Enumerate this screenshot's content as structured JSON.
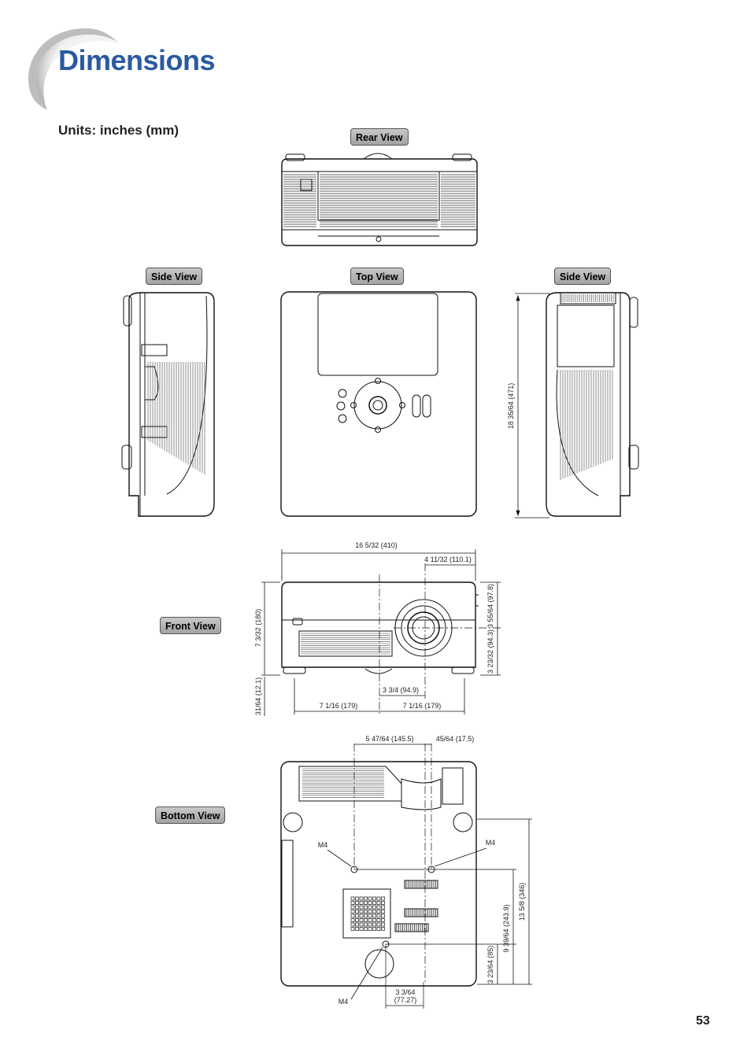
{
  "header": {
    "title": "Dimensions"
  },
  "units_label": "Units: inches (mm)",
  "page_number": "53",
  "views": {
    "rear": "Rear View",
    "side_left": "Side View",
    "top": "Top View",
    "side_right": "Side View",
    "front": "Front View",
    "bottom": "Bottom View"
  },
  "dimensions": {
    "side_height": "18 35/64 (471)",
    "front_width": "16 5/32 (410)",
    "lens_offset": "4 11/32 (110.1)",
    "front_height": "7 3/32 (180)",
    "foot_height": "31/64 (12.1)",
    "lens_upper": "3 55/64 (97.8)",
    "lens_lower": "3 23/32 (94.3)",
    "lens_center": "3 3/4 (94.9)",
    "half_left": "7 1/16 (179)",
    "half_right": "7 1/16 (179)",
    "mount_x1": "5 47/64 (145.5)",
    "mount_x2": "45/64 (17.5)",
    "mount_y_total": "13 5/8 (346)",
    "mount_y_mid": "9 39/64 (243.9)",
    "mount_y_low": "3 23/64 (85)",
    "mount_x_bottom_a": "3 3/64",
    "mount_x_bottom_b": "(77.27)",
    "screw_left": "M4",
    "screw_right": "M4",
    "screw_bottom": "M4"
  }
}
